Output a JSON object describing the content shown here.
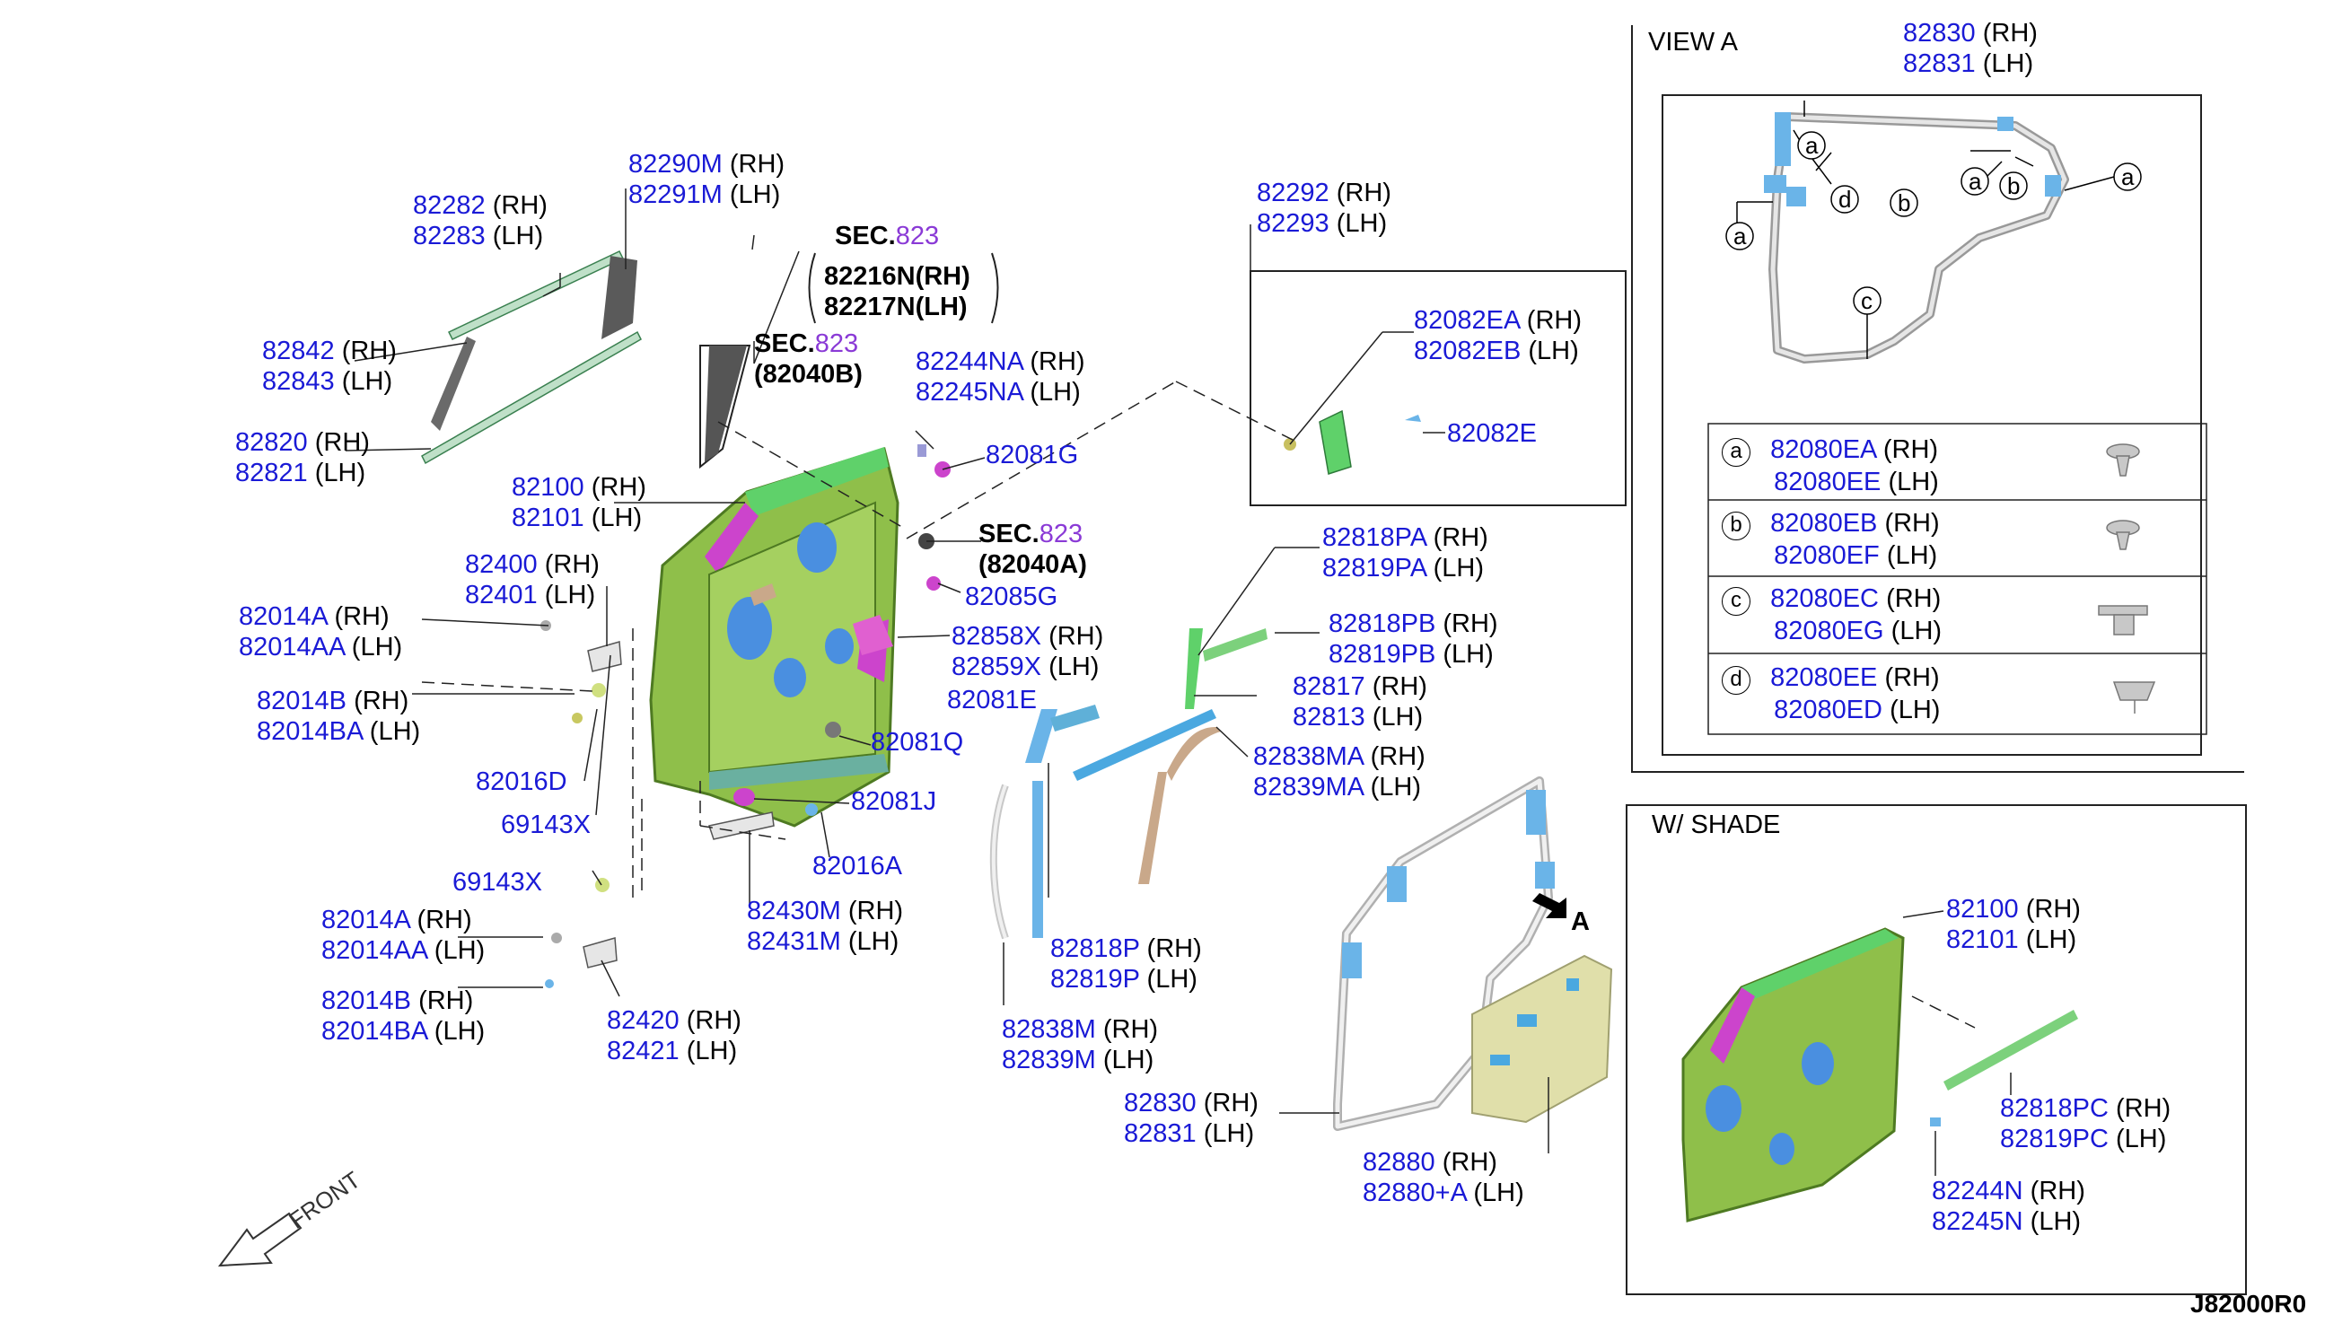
{
  "drawing_id": "J82000R0",
  "rh": "(RH)",
  "lh": "(LH)",
  "front_label": "FRONT",
  "view_a_arrow_label": "A",
  "colors": {
    "part_number": "#1a1ad6",
    "sec_number": "#8a3ad6",
    "door_panel": "#8fbf4a",
    "weatherstrip": "#5fd16a",
    "trim": "#cc44cc",
    "clip": "#4aa8e0"
  },
  "sec_refs": [
    {
      "prefix": "SEC.",
      "number": "823",
      "codes": [
        "82216N(RH)",
        "82217N(LH)"
      ]
    },
    {
      "prefix": "SEC.",
      "number": "823",
      "codes": [
        "(82040B)"
      ]
    },
    {
      "prefix": "SEC.",
      "number": "823",
      "codes": [
        "(82040A)"
      ]
    }
  ],
  "callouts": [
    {
      "id": "c82290M",
      "rh": "82290M",
      "lh": "82291M"
    },
    {
      "id": "c82282",
      "rh": "82282",
      "lh": "82283"
    },
    {
      "id": "c82842",
      "rh": "82842",
      "lh": "82843"
    },
    {
      "id": "c82820",
      "rh": "82820",
      "lh": "82821"
    },
    {
      "id": "c82100",
      "rh": "82100",
      "lh": "82101"
    },
    {
      "id": "c82400",
      "rh": "82400",
      "lh": "82401"
    },
    {
      "id": "c82014A",
      "rh": "82014A",
      "lh": "82014AA"
    },
    {
      "id": "c82014B",
      "rh": "82014B",
      "lh": "82014BA"
    },
    {
      "id": "c82244NA",
      "rh": "82244NA",
      "lh": "82245NA"
    },
    {
      "id": "c82858X",
      "rh": "82858X",
      "lh": "82859X"
    },
    {
      "id": "c82014A2",
      "rh": "82014A",
      "lh": "82014AA"
    },
    {
      "id": "c82014B2",
      "rh": "82014B",
      "lh": "82014BA"
    },
    {
      "id": "c82420",
      "rh": "82420",
      "lh": "82421"
    },
    {
      "id": "c82430M",
      "rh": "82430M",
      "lh": "82431M"
    },
    {
      "id": "c82292",
      "rh": "82292",
      "lh": "82293"
    },
    {
      "id": "c82082EA",
      "rh": "82082EA",
      "lh": "82082EB"
    },
    {
      "id": "c82818PA",
      "rh": "82818PA",
      "lh": "82819PA"
    },
    {
      "id": "c82818PB",
      "rh": "82818PB",
      "lh": "82819PB"
    },
    {
      "id": "c82817",
      "rh": "82817",
      "lh": "82813"
    },
    {
      "id": "c82838MA",
      "rh": "82838MA",
      "lh": "82839MA"
    },
    {
      "id": "c82818P",
      "rh": "82818P",
      "lh": "82819P"
    },
    {
      "id": "c82838M",
      "rh": "82838M",
      "lh": "82839M"
    },
    {
      "id": "c82830",
      "rh": "82830",
      "lh": "82831"
    },
    {
      "id": "c82880",
      "rh": "82880",
      "lh": "82880+A"
    }
  ],
  "single_parts": {
    "p82081G": "82081G",
    "p82085G": "82085G",
    "p82081E": "82081E",
    "p82081Q": "82081Q",
    "p82081J": "82081J",
    "p82016A": "82016A",
    "p82016D": "82016D",
    "p69143X_1": "69143X",
    "p69143X_2": "69143X",
    "p82082E": "82082E"
  },
  "view_a": {
    "title": "VIEW A",
    "callout": {
      "rh": "82830",
      "lh": "82831"
    },
    "markers": [
      "a",
      "b",
      "c",
      "d"
    ],
    "legend": [
      {
        "marker": "a",
        "rh": "82080EA",
        "lh": "82080EE"
      },
      {
        "marker": "b",
        "rh": "82080EB",
        "lh": "82080EF"
      },
      {
        "marker": "c",
        "rh": "82080EC",
        "lh": "82080EG"
      },
      {
        "marker": "d",
        "rh": "82080EE",
        "lh": "82080ED"
      }
    ]
  },
  "w_shade": {
    "title": "W/ SHADE",
    "callouts": [
      {
        "id": "s82100",
        "rh": "82100",
        "lh": "82101"
      },
      {
        "id": "s82818PC",
        "rh": "82818PC",
        "lh": "82819PC"
      },
      {
        "id": "s82244N",
        "rh": "82244N",
        "lh": "82245N"
      }
    ]
  }
}
